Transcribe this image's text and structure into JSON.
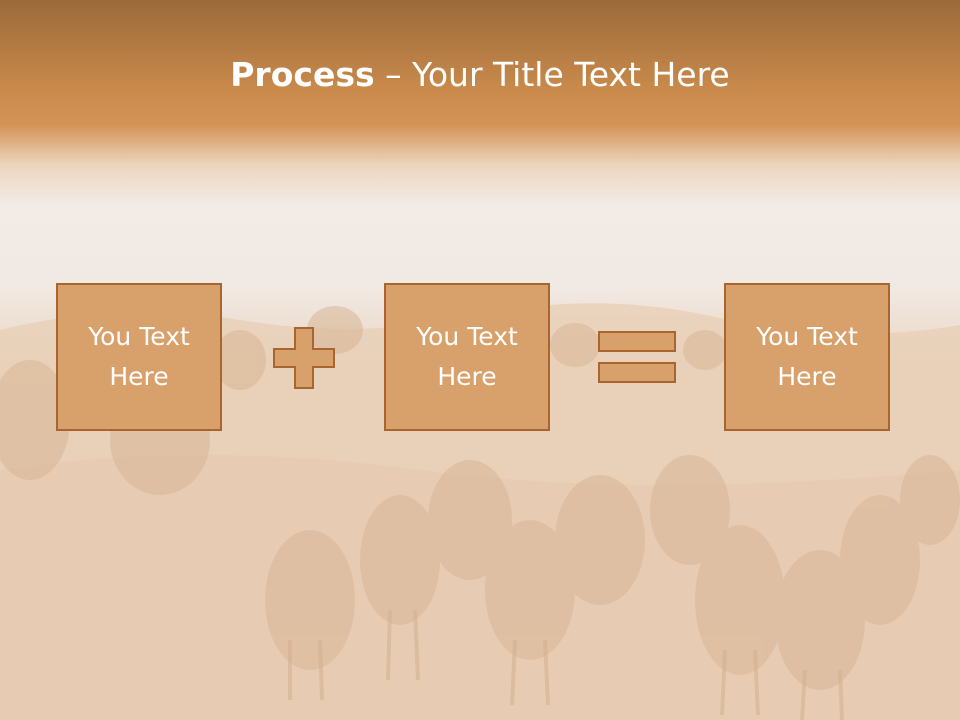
{
  "title": {
    "bold_part": "Process",
    "rest_part": " – Your Title Text Here"
  },
  "boxes": [
    {
      "label": "You Text\nHere"
    },
    {
      "label": "You Text\nHere"
    },
    {
      "label": "You Text\nHere"
    }
  ],
  "operators": [
    "plus-icon",
    "equals-icon"
  ],
  "colors": {
    "header_brown": "#c98a4c",
    "box_fill": "#d8a06a",
    "box_border": "#a8652e",
    "text": "#ffffff"
  }
}
